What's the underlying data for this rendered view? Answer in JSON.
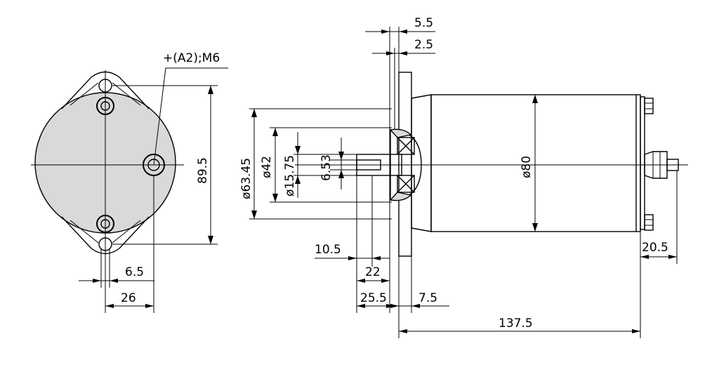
{
  "dims": {
    "d_5_5": "5.5",
    "d_2_5": "2.5",
    "terminal": "+(A2);M6",
    "d_89_5": "89.5",
    "d_6_5": "6.5",
    "d_26": "26",
    "d_63_45": "ø63.45",
    "d_42": "ø42",
    "d_15_75": "ø15.75",
    "d_6_53": "6.53",
    "d_80": "ø80",
    "d_10_5": "10.5",
    "d_22": "22",
    "d_25_5": "25.5",
    "d_7_5": "7.5",
    "d_137_5": "137.5",
    "d_20_5": "20.5"
  }
}
